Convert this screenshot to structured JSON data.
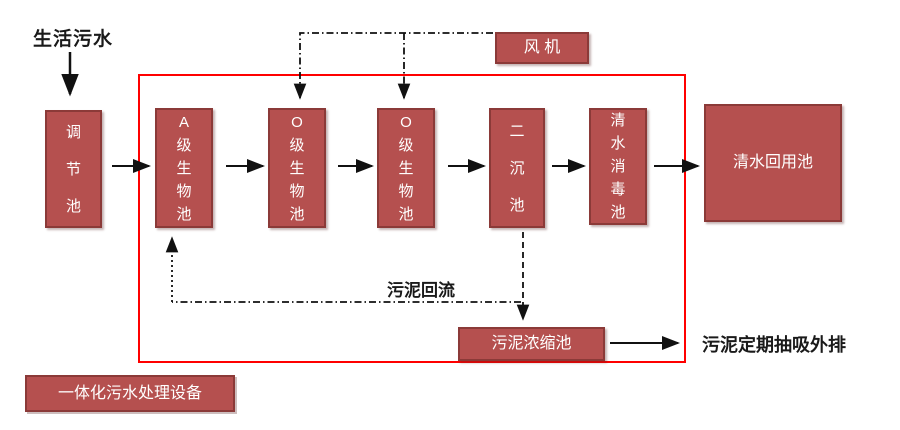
{
  "diagram": {
    "type": "process-flow",
    "title_caption": "一体化污水处理设备",
    "colors": {
      "box_fill": "#B5504F",
      "box_border": "#8B3A38",
      "boundary_border": "#FF0000",
      "box_text": "#FFFFFF",
      "label_text": "#1A1A1A"
    }
  },
  "labels": {
    "influent": "生活污水",
    "sludge_return": "污泥回流",
    "sludge_discharge": "污泥定期抽吸外排",
    "device_caption": "一体化污水处理设备"
  },
  "boxes": {
    "regulating_tank": {
      "label": "调\n节\n池"
    },
    "a_bio_tank": {
      "label": "A\n级\n生\n物\n池"
    },
    "o_bio_tank_1": {
      "label": "O\n级\n生\n物\n池"
    },
    "o_bio_tank_2": {
      "label": "O\n级\n生\n物\n池"
    },
    "secondary_sedimentation_tank": {
      "label": "二\n沉\n池"
    },
    "disinfection_tank": {
      "label": "清\n水\n消\n毒\n池"
    },
    "reuse_tank": {
      "label": "清水回用池"
    },
    "fan": {
      "label": "风 机"
    },
    "sludge_thickening_tank": {
      "label": "污泥浓缩池"
    }
  },
  "flows": {
    "main_path": [
      "生活污水",
      "调节池",
      "A级生物池",
      "O级生物池",
      "O级生物池",
      "二沉池",
      "清水消毒池",
      "清水回用池"
    ],
    "air_supply": {
      "from": "风机",
      "to": [
        "O级生物池",
        "O级生物池"
      ],
      "style": "dash-dot"
    },
    "sludge_return": {
      "from": "二沉池",
      "to": "A级生物池",
      "style": "dash-dot",
      "label": "污泥回流"
    },
    "sludge_out": {
      "from": "二沉池",
      "to": "污泥浓缩池",
      "style": "dashed"
    },
    "discharge": {
      "from": "污泥浓缩池",
      "to": "污泥定期抽吸外排",
      "style": "solid"
    }
  }
}
